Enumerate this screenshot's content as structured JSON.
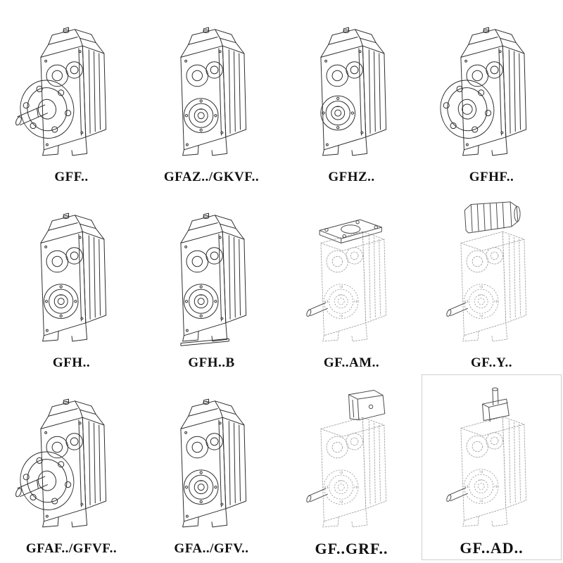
{
  "page": {
    "background": "#ffffff",
    "type": "gearbox-catalog-figure"
  },
  "catalog": {
    "grid": {
      "rows": 3,
      "columns": 4
    },
    "items": [
      {
        "label": "GFF..",
        "drawing": "flange-mounted-solid-shaft",
        "line_style": "solid"
      },
      {
        "label": "GFAZ../GKVF..",
        "drawing": "hollow-shaft-mounted",
        "line_style": "solid"
      },
      {
        "label": "GFHZ..",
        "drawing": "hollow-shaft-mounted",
        "line_style": "solid"
      },
      {
        "label": "GFHF..",
        "drawing": "flange-mounted-hollow-shaft",
        "line_style": "solid"
      },
      {
        "label": "GFH..",
        "drawing": "hollow-shaft-mounted",
        "line_style": "solid"
      },
      {
        "label": "GFH..B",
        "drawing": "hollow-shaft-with-foot-plate",
        "line_style": "solid"
      },
      {
        "label": "GF..AM..",
        "drawing": "gearbox-with-motor-adapter-flange",
        "line_style": "dashed"
      },
      {
        "label": "GF..Y..",
        "drawing": "gearbox-with-mounted-motor",
        "line_style": "dashed"
      },
      {
        "label": "GFAF../GFVF..",
        "drawing": "flange-mounted-solid-shaft",
        "line_style": "solid"
      },
      {
        "label": "GFA../GFV..",
        "drawing": "hollow-shaft-mounted",
        "line_style": "solid"
      },
      {
        "label": "GF..GRF..",
        "drawing": "gearbox-with-input-adapter-box",
        "line_style": "dashed"
      },
      {
        "label": "GF..AD..",
        "drawing": "gearbox-with-input-shaft-adapter",
        "line_style": "dashed"
      }
    ]
  }
}
